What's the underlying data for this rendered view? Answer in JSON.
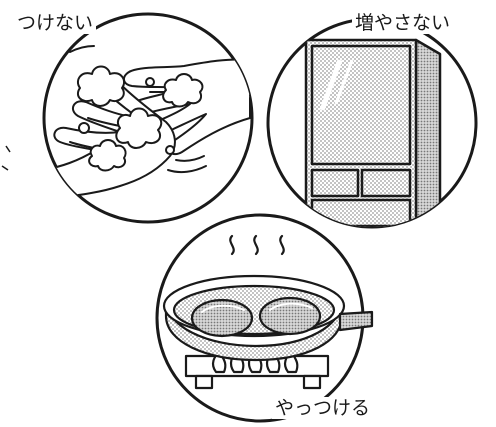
{
  "panels": {
    "wash": {
      "label": "つけない",
      "icon": "hand-washing"
    },
    "fridge": {
      "label": "増やさない",
      "icon": "refrigerator"
    },
    "cook": {
      "label": "やっつける",
      "icon": "frying-pan-on-gas-stove"
    }
  },
  "colors": {
    "ink": "#1a1a1a",
    "background": "#ffffff",
    "shade": "#cfcfcf",
    "flame": "#ffffff"
  }
}
